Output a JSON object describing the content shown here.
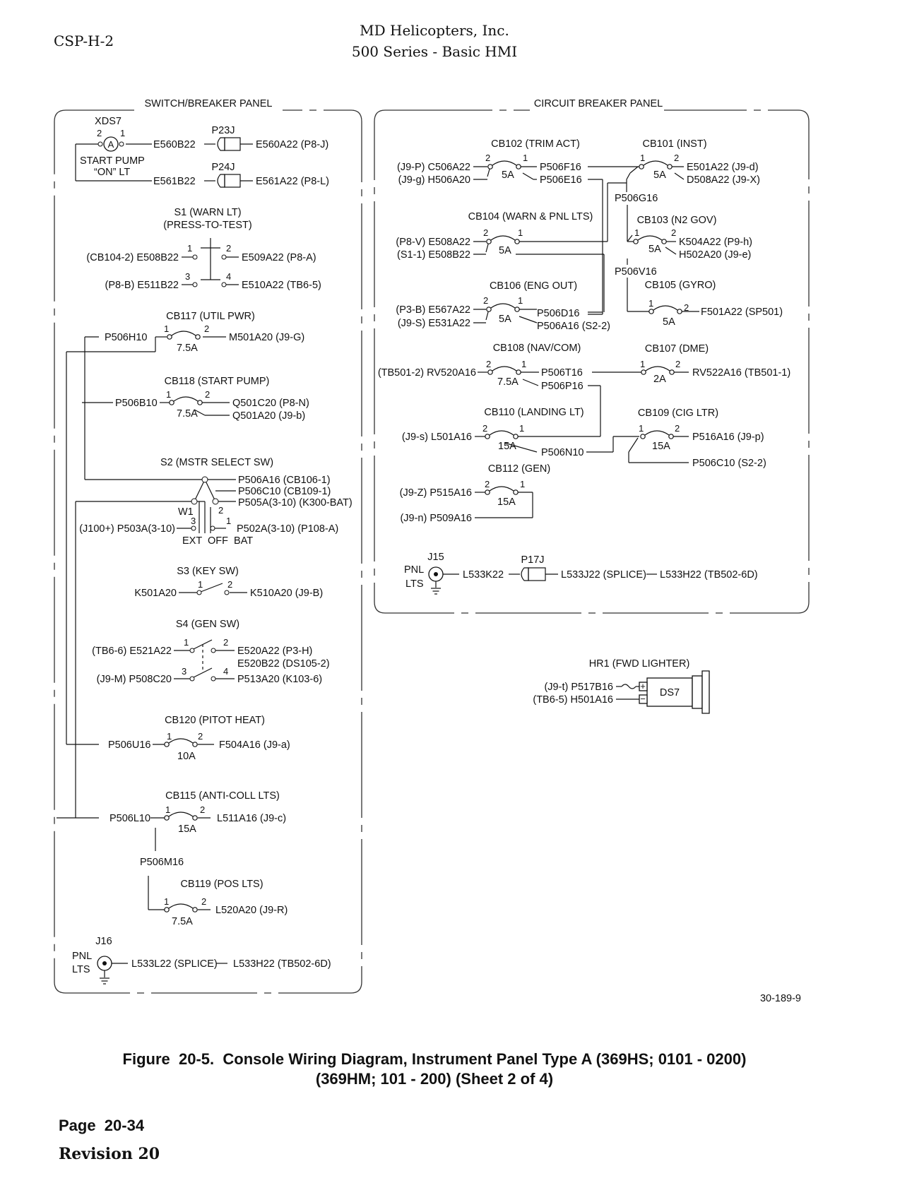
{
  "header": {
    "doc_id": "CSP-H-2",
    "company": "MD Helicopters, Inc.",
    "series": "500 Series - Basic HMI"
  },
  "diagram": {
    "left_panel_title": "SWITCH/BREAKER PANEL",
    "right_panel_title": "CIRCUIT BREAKER PANEL",
    "drawing_number": "30-189-9",
    "xds7": {
      "ref": "XDS7",
      "pin2": "2",
      "pin1": "1",
      "lamp": "A",
      "label1": "START PUMP",
      "label2": "“ON” LT",
      "wire_top": "E560B22",
      "wire_bot": "E561B22",
      "conn1": "P23J",
      "conn2": "P24J",
      "out_top": "E560A22 (P8-J)",
      "out_bot": "E561A22 (P8-L)"
    },
    "s1": {
      "title": "S1 (WARN LT)",
      "subtitle": "(PRESS-TO-TEST)",
      "left1": "(CB104-2) E508B22",
      "p1": "1",
      "p2": "2",
      "right1": "E509A22 (P8-A)",
      "left2": "(P8-B) E511B22",
      "p3": "3",
      "p4": "4",
      "right2": "E510A22 (TB6-5)"
    },
    "cb117": {
      "title": "CB117 (UTIL PWR)",
      "input": "P506H10",
      "p1": "1",
      "p2": "2",
      "output": "M501A20 (J9-G)",
      "rating": "7.5A"
    },
    "cb118": {
      "title": "CB118 (START PUMP)",
      "input": "P506B10",
      "p1": "1",
      "p2": "2",
      "output1": "Q501C20 (P8-N)",
      "output2": "Q501A20 (J9-b)",
      "rating": "7.5A"
    },
    "s2": {
      "title": "S2 (MSTR SELECT SW)",
      "out1": "P506A16 (CB106-1)",
      "out2": "P506C10 (CB109-1)",
      "out3": "P505A(3-10) (K300-BAT)",
      "w1": "W1",
      "p2": "2",
      "p3": "3",
      "p1": "1",
      "left": "(J100+) P503A(3-10)",
      "right": "P502A(3-10) (P108-A)",
      "positions": "EXT  OFF  BAT"
    },
    "s3": {
      "title": "S3 (KEY SW)",
      "left": "K501A20",
      "p1": "1",
      "p2": "2",
      "right": "K510A20 (J9-B)"
    },
    "s4": {
      "title": "S4 (GEN SW)",
      "left1": "(TB6-6) E521A22",
      "p1": "1",
      "p2": "2",
      "right1": "E520A22 (P3-H)",
      "right1b": "E520B22 (DS105-2)",
      "left2": "(J9-M) P508C20",
      "p3": "3",
      "p4": "4",
      "right2": "P513A20 (K103-6)"
    },
    "cb120": {
      "title": "CB120 (PITOT HEAT)",
      "input": "P506U16",
      "p1": "1",
      "p2": "2",
      "output": "F504A16 (J9-a)",
      "rating": "10A"
    },
    "cb115": {
      "title": "CB115 (ANTI-COLL LTS)",
      "input": "P506L10",
      "p1": "1",
      "p2": "2",
      "output": "L511A16 (J9-c)",
      "rating": "15A",
      "branch": "P506M16"
    },
    "cb119": {
      "title": "CB119 (POS LTS)",
      "p1": "1",
      "p2": "2",
      "output": "L520A20 (J9-R)",
      "rating": "7.5A"
    },
    "j16": {
      "ref": "J16",
      "label1": "PNL",
      "label2": "LTS",
      "wire1": "L533L22 (SPLICE)",
      "wire2": "L533H22 (TB502-6D)"
    },
    "cb102": {
      "title": "CB102 (TRIM ACT)",
      "in1": "(J9-P) C506A22",
      "in2": "(J9-g) H506A20",
      "p2": "2",
      "p1": "1",
      "rating": "5A",
      "out1": "P506F16",
      "out2": "P506E16"
    },
    "cb101": {
      "title": "CB101 (INST)",
      "p1": "1",
      "p2": "2",
      "rating": "5A",
      "out1": "E501A22 (J9-d)",
      "out2": "D508A22 (J9-X)",
      "branch": "P506G16"
    },
    "cb104": {
      "title": "CB104 (WARN & PNL LTS)",
      "in1": "(P8-V) E508A22",
      "in2": "(S1-1) E508B22",
      "p2": "2",
      "p1": "1",
      "rating": "5A"
    },
    "cb103": {
      "title": "CB103 (N2 GOV)",
      "p1": "1",
      "p2": "2",
      "rating": "5A",
      "out1": "K504A22 (P9-h)",
      "out2": "H502A20 (J9-e)",
      "branch": "P506V16"
    },
    "cb106": {
      "title": "CB106 (ENG OUT)",
      "in1": "(P3-B) E567A22",
      "in2": "(J9-S) E531A22",
      "p2": "2",
      "p1": "1",
      "rating": "5A",
      "out1": "P506D16",
      "out2": "P506A16 (S2-2)"
    },
    "cb105": {
      "title": "CB105 (GYRO)",
      "p1": "1",
      "p2": "2",
      "rating": "5A",
      "out": "F501A22 (SP501)"
    },
    "cb108": {
      "title": "CB108 (NAV/COM)",
      "in": "(TB501-2) RV520A16",
      "p2": "2",
      "p1": "1",
      "rating": "7.5A",
      "out1": "P506T16",
      "out2": "P506P16"
    },
    "cb107": {
      "title": "CB107 (DME)",
      "p1": "1",
      "p2": "2",
      "rating": "2A",
      "out": "RV522A16 (TB501-1)"
    },
    "cb110": {
      "title": "CB110 (LANDING LT)",
      "in": "(J9-s) L501A16",
      "p2": "2",
      "p1": "1",
      "rating": "15A",
      "out": "P506N10"
    },
    "cb109": {
      "title": "CB109 (CIG LTR)",
      "p1": "1",
      "p2": "2",
      "rating": "15A",
      "out1": "P516A16 (J9-p)",
      "out2": "P506C10 (S2-2)"
    },
    "cb112": {
      "title": "CB112 (GEN)",
      "in1": "(J9-Z) P515A16",
      "in2": "(J9-n) P509A16",
      "p2": "2",
      "p1": "1",
      "rating": "15A"
    },
    "j15": {
      "ref": "J15",
      "label1": "PNL",
      "label2": "LTS",
      "wire1": "L533K22",
      "conn": "P17J",
      "wire2": "L533J22 (SPLICE)",
      "wire3": "L533H22 (TB502-6D)"
    },
    "hr1": {
      "title": "HR1 (FWD LIGHTER)",
      "in1": "(J9-t) P517B16",
      "in2": "(TB6-5) H501A16",
      "ref": "DS7",
      "plus": "+",
      "minus": "−"
    }
  },
  "caption": {
    "line1": "Figure  20-5.  Console Wiring Diagram, Instrument Panel Type A (369HS; 0101 - 0200)",
    "line2": "(369HM; 101 - 200) (Sheet 2 of 4)"
  },
  "footer": {
    "page": "Page  20-34",
    "revision": "Revision 20"
  }
}
